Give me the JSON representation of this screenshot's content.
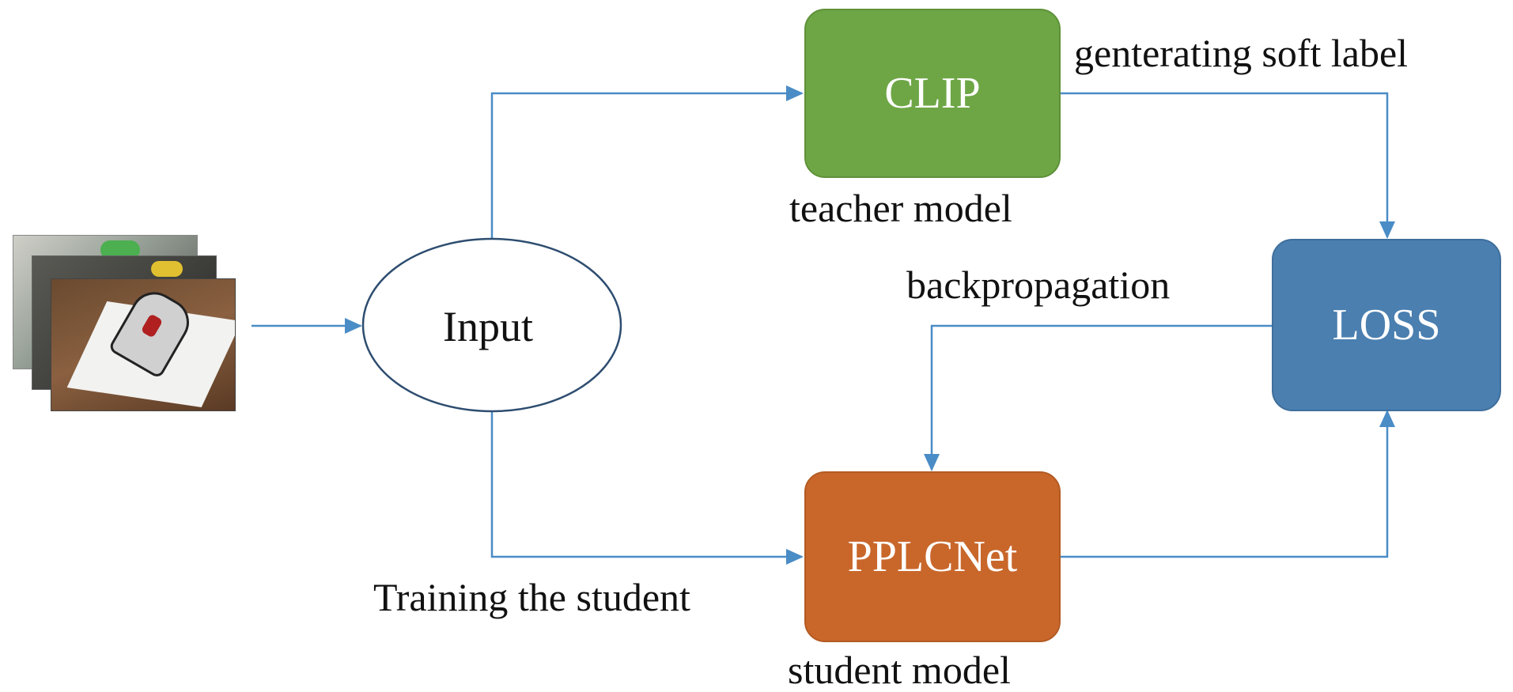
{
  "nodes": {
    "input": "Input",
    "clip": "CLIP",
    "pplcnet": "PPLCNet",
    "loss": "LOSS"
  },
  "labels": {
    "soft_label": "genterating soft label",
    "teacher": "teacher model",
    "backprop": "backpropagation",
    "training": "Training the student",
    "student": "student model"
  },
  "colors": {
    "clip": "#6ea646",
    "pplcnet": "#c9672b",
    "loss": "#4a7fb0",
    "arrow": "#4a8cc6",
    "ellipse_border": "#2e4d70"
  }
}
